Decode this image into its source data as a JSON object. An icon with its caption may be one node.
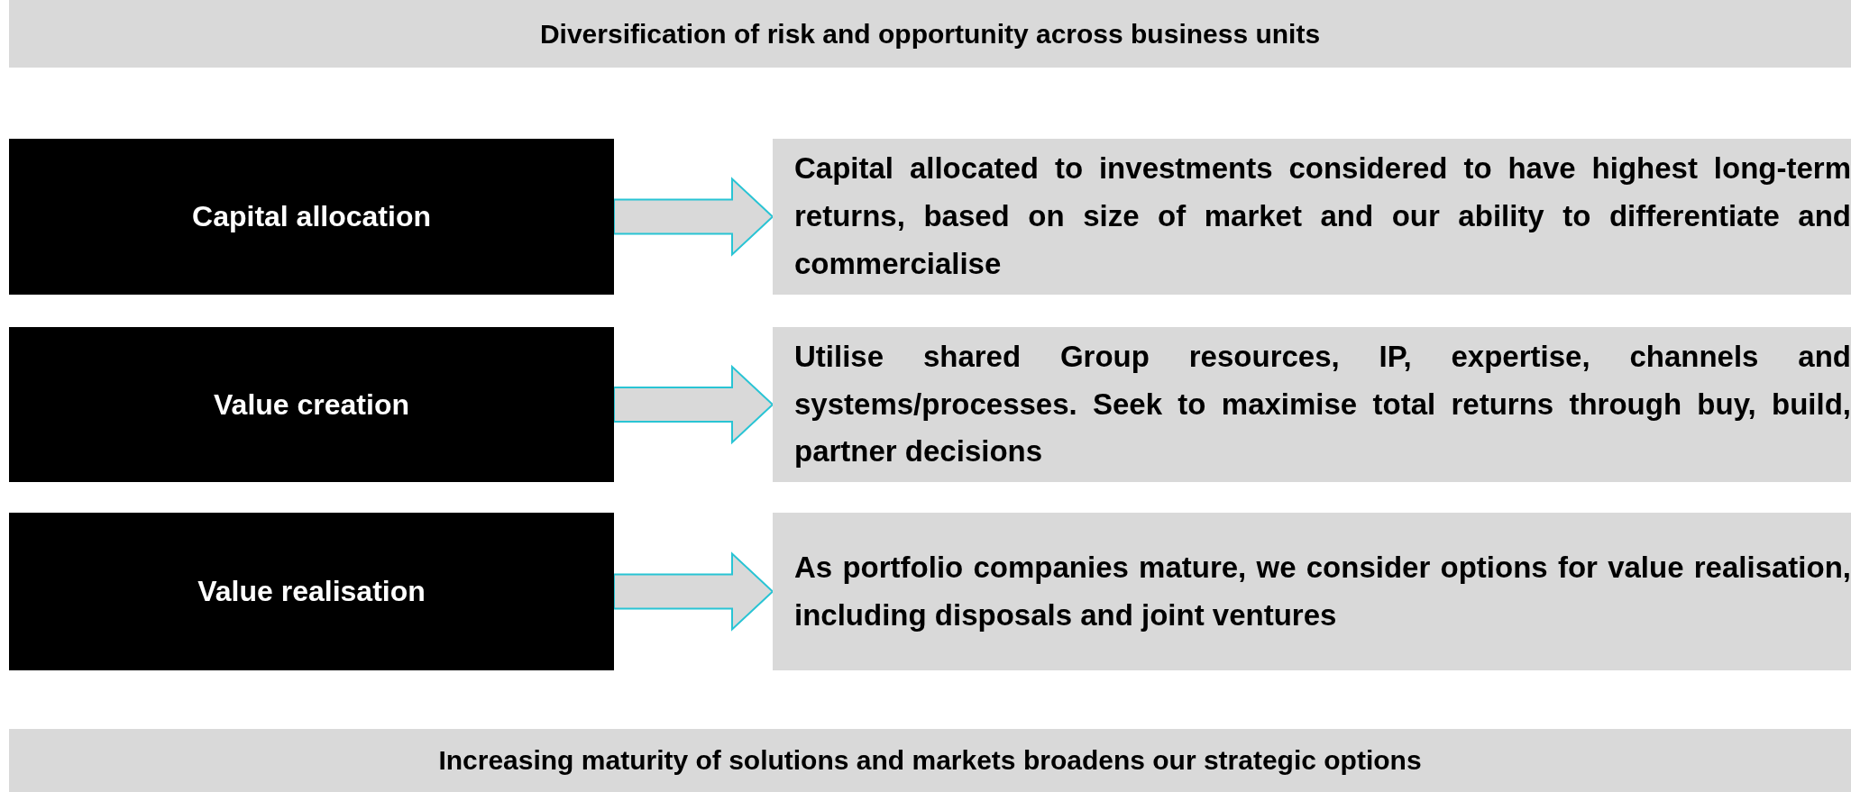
{
  "diagram": {
    "nodes": [
      {
        "text": [
          "Diversification of risk and opportunity across business units"
        ]
      },
      {
        "text": [
          "Capital allocation"
        ]
      },
      {
        "text": [
          "Capital allocated to investments considered to have highest long-term returns, based on size of market and our ability to differentiate and commercialise"
        ]
      },
      {
        "text": [
          "Value creation"
        ]
      },
      {
        "text": [
          "Utilise shared Group resources, IP, expertise, channels and systems/processes. Seek to maximise total returns through buy, build, partner decisions"
        ]
      },
      {
        "text": [
          "Value realisation"
        ]
      },
      {
        "text": [
          "As portfolio companies mature, we consider options for value realisation, including disposals and joint ventures"
        ]
      },
      {
        "text": [
          "Increasing maturity of solutions and markets broadens our strategic options"
        ]
      }
    ],
    "edges": [
      {
        "from": 1,
        "to": 2,
        "arrow": "to"
      },
      {
        "from": 3,
        "to": 4,
        "arrow": "to"
      },
      {
        "from": 5,
        "to": 6,
        "arrow": "to"
      }
    ]
  }
}
